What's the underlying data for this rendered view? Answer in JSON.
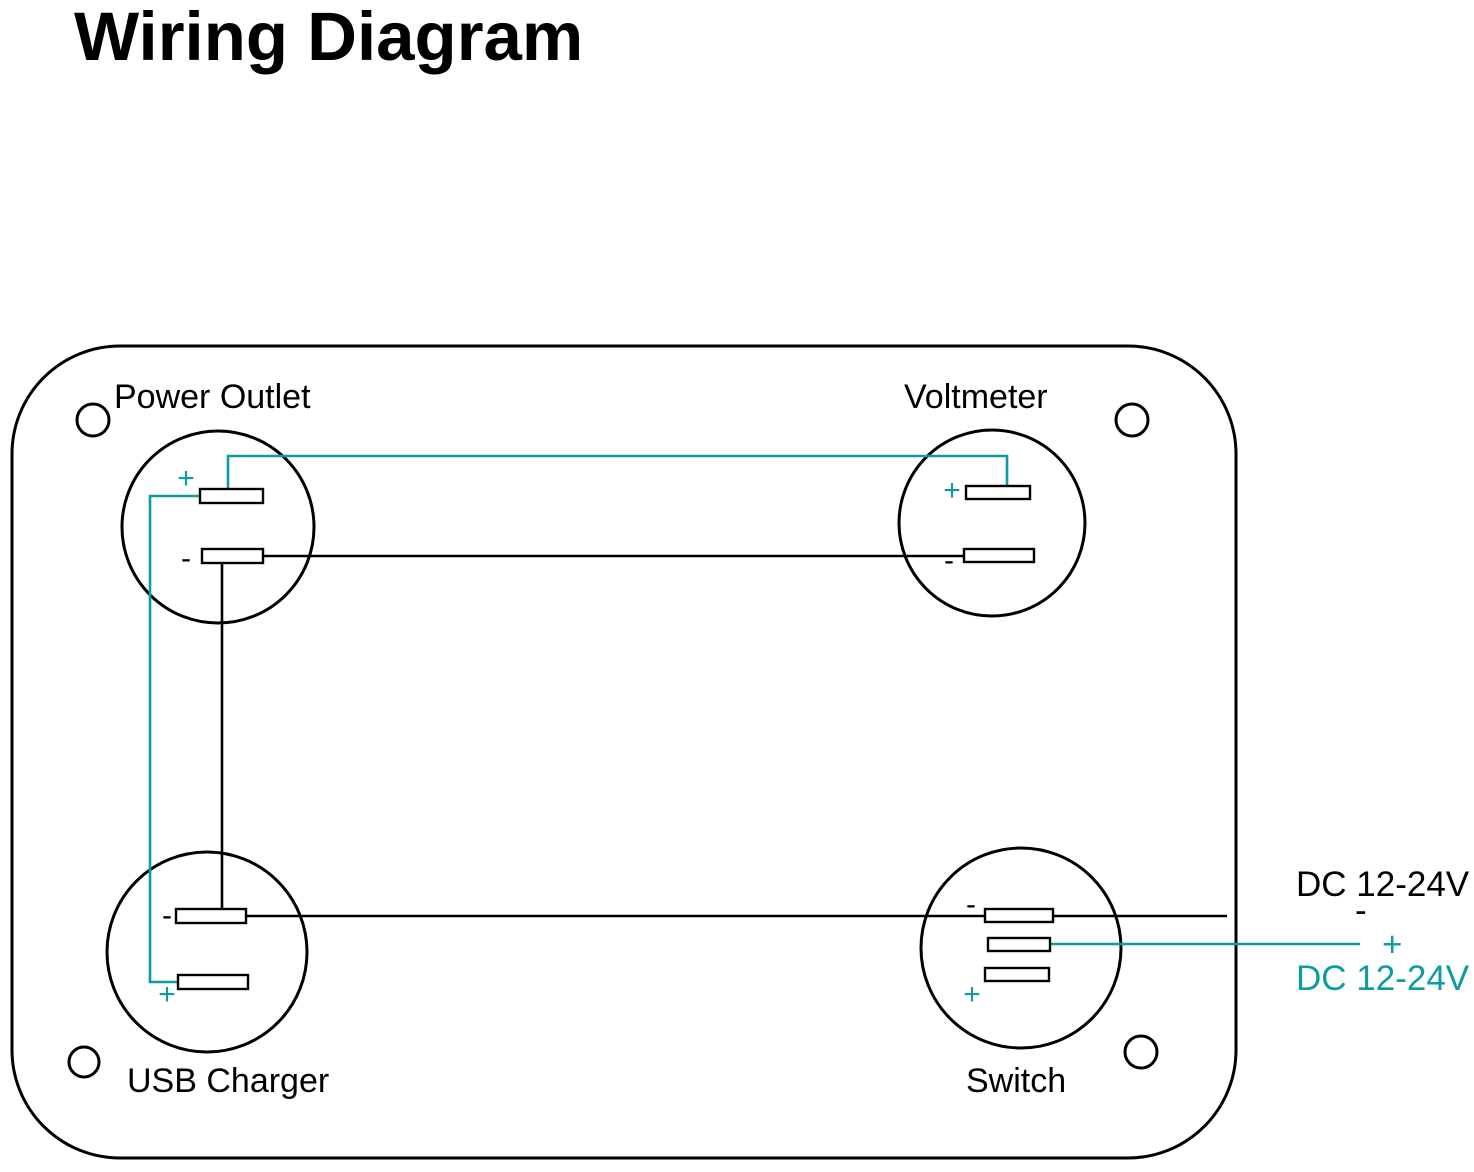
{
  "title": "Wiring Diagram",
  "colors": {
    "positive": "#0E9BA1",
    "negative": "#000000",
    "outline": "#000000",
    "background": "#FFFFFF"
  },
  "components": {
    "power_outlet": {
      "label": "Power Outlet",
      "positive_sign": "+",
      "negative_sign": "-"
    },
    "voltmeter": {
      "label": "Voltmeter",
      "positive_sign": "+",
      "negative_sign": "-"
    },
    "usb_charger": {
      "label": "USB Charger",
      "positive_sign": "+",
      "negative_sign": "-"
    },
    "switch": {
      "label": "Switch",
      "positive_sign": "+",
      "negative_sign": "-"
    }
  },
  "power_source": {
    "negative_label": "DC 12-24V",
    "negative_sign": "-",
    "positive_sign": "+",
    "positive_label": "DC 12-24V"
  }
}
